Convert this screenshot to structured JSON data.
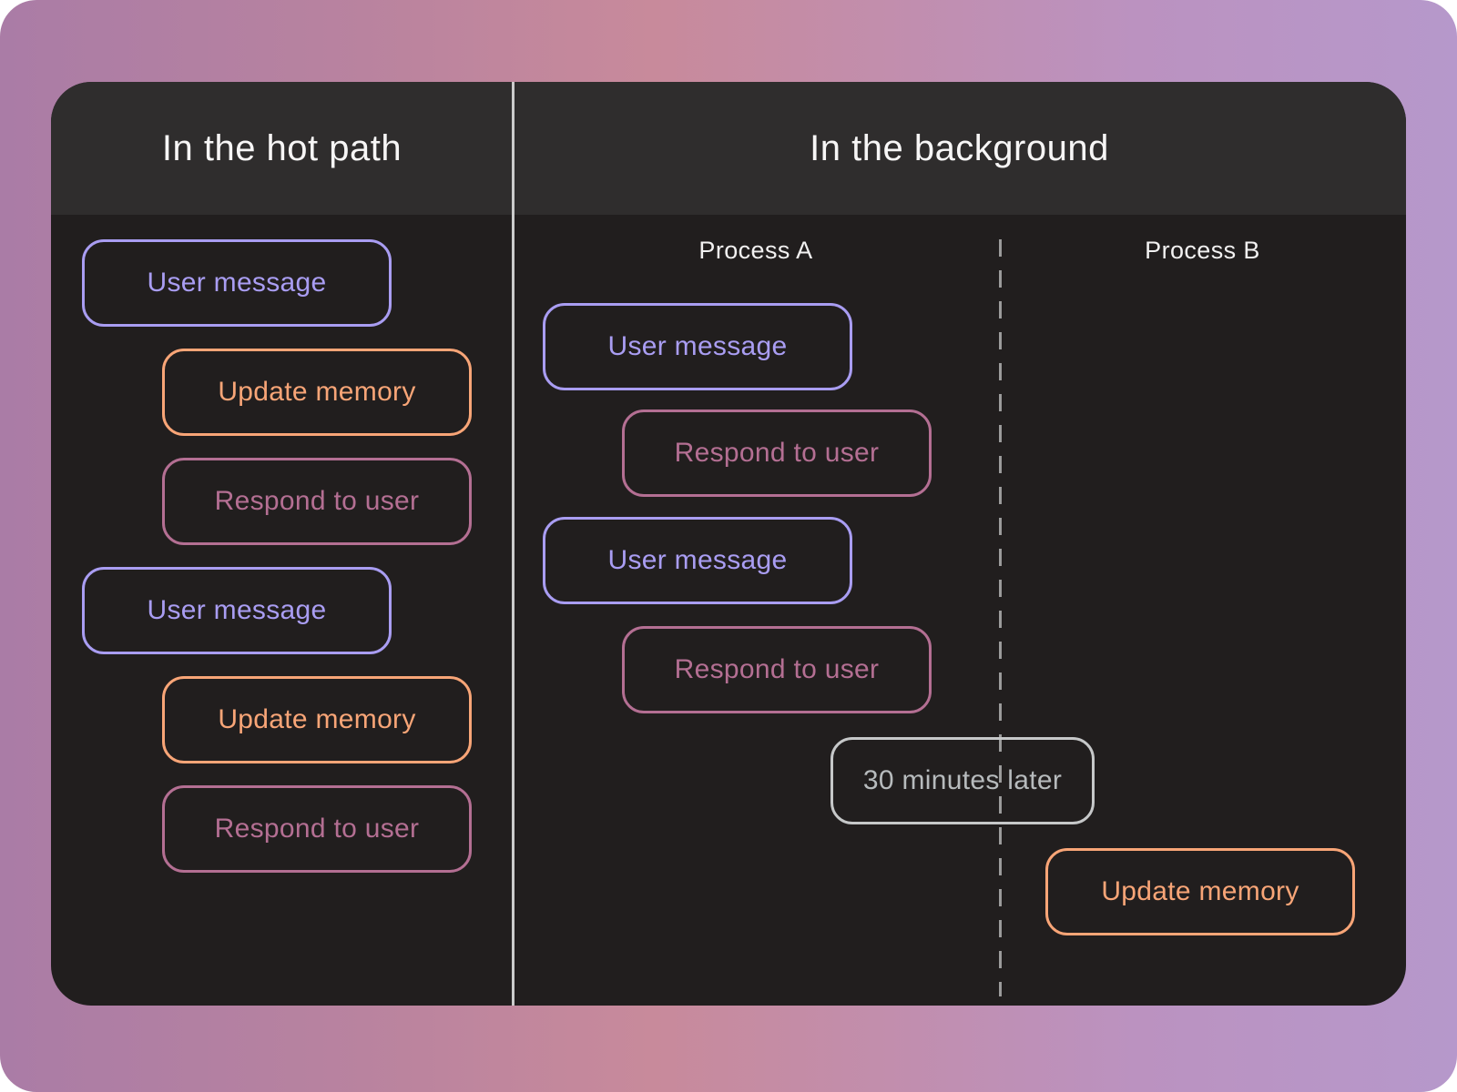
{
  "hot_path": {
    "title": "In the hot path",
    "boxes": [
      {
        "label": "User message",
        "color": "purple"
      },
      {
        "label": "Update memory",
        "color": "orange"
      },
      {
        "label": "Respond to user",
        "color": "rose"
      },
      {
        "label": "User message",
        "color": "purple"
      },
      {
        "label": "Update memory",
        "color": "orange"
      },
      {
        "label": "Respond to user",
        "color": "rose"
      }
    ]
  },
  "background": {
    "title": "In the background",
    "process_a_label": "Process A",
    "process_b_label": "Process B",
    "process_a_boxes": [
      {
        "label": "User message",
        "color": "purple"
      },
      {
        "label": "Respond to user",
        "color": "rose"
      },
      {
        "label": "User message",
        "color": "purple"
      },
      {
        "label": "Respond to user",
        "color": "rose"
      }
    ],
    "timeline_note": {
      "label": "30 minutes later",
      "color": "gray"
    },
    "process_b_boxes": [
      {
        "label": "Update memory",
        "color": "orange"
      }
    ]
  },
  "colors": {
    "purple": "#a99df2",
    "orange": "#f8a577",
    "rose": "#b46f93",
    "gray_border": "#c6c8c9",
    "gray_text": "#b7bbbd",
    "panel_body": "#211e1e",
    "panel_header": "#2f2d2d",
    "divider_solid": "#cbcbcb",
    "divider_dashed": "#9b9b9b",
    "header_text": "#f7f6f6",
    "gradient_left": "#aa7ca6",
    "gradient_mid": "#c88a9b",
    "gradient_right": "#b698cb"
  }
}
